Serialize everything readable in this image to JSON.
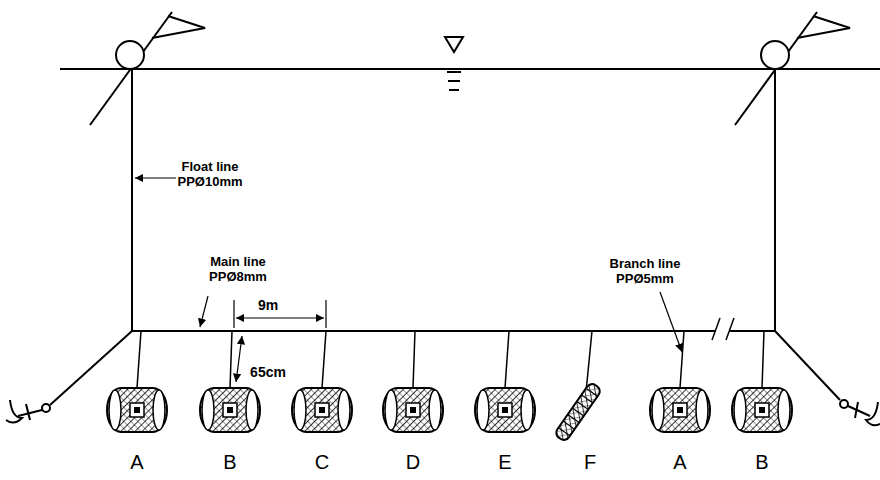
{
  "diagram": {
    "labels": [
      "Float line PPØ10mm",
      "Main line PPØ8mm",
      "9m",
      "65cm",
      "Branch line PPØ5mm",
      "A",
      "B",
      "C",
      "D",
      "E",
      "F",
      "A",
      "B"
    ]
  }
}
